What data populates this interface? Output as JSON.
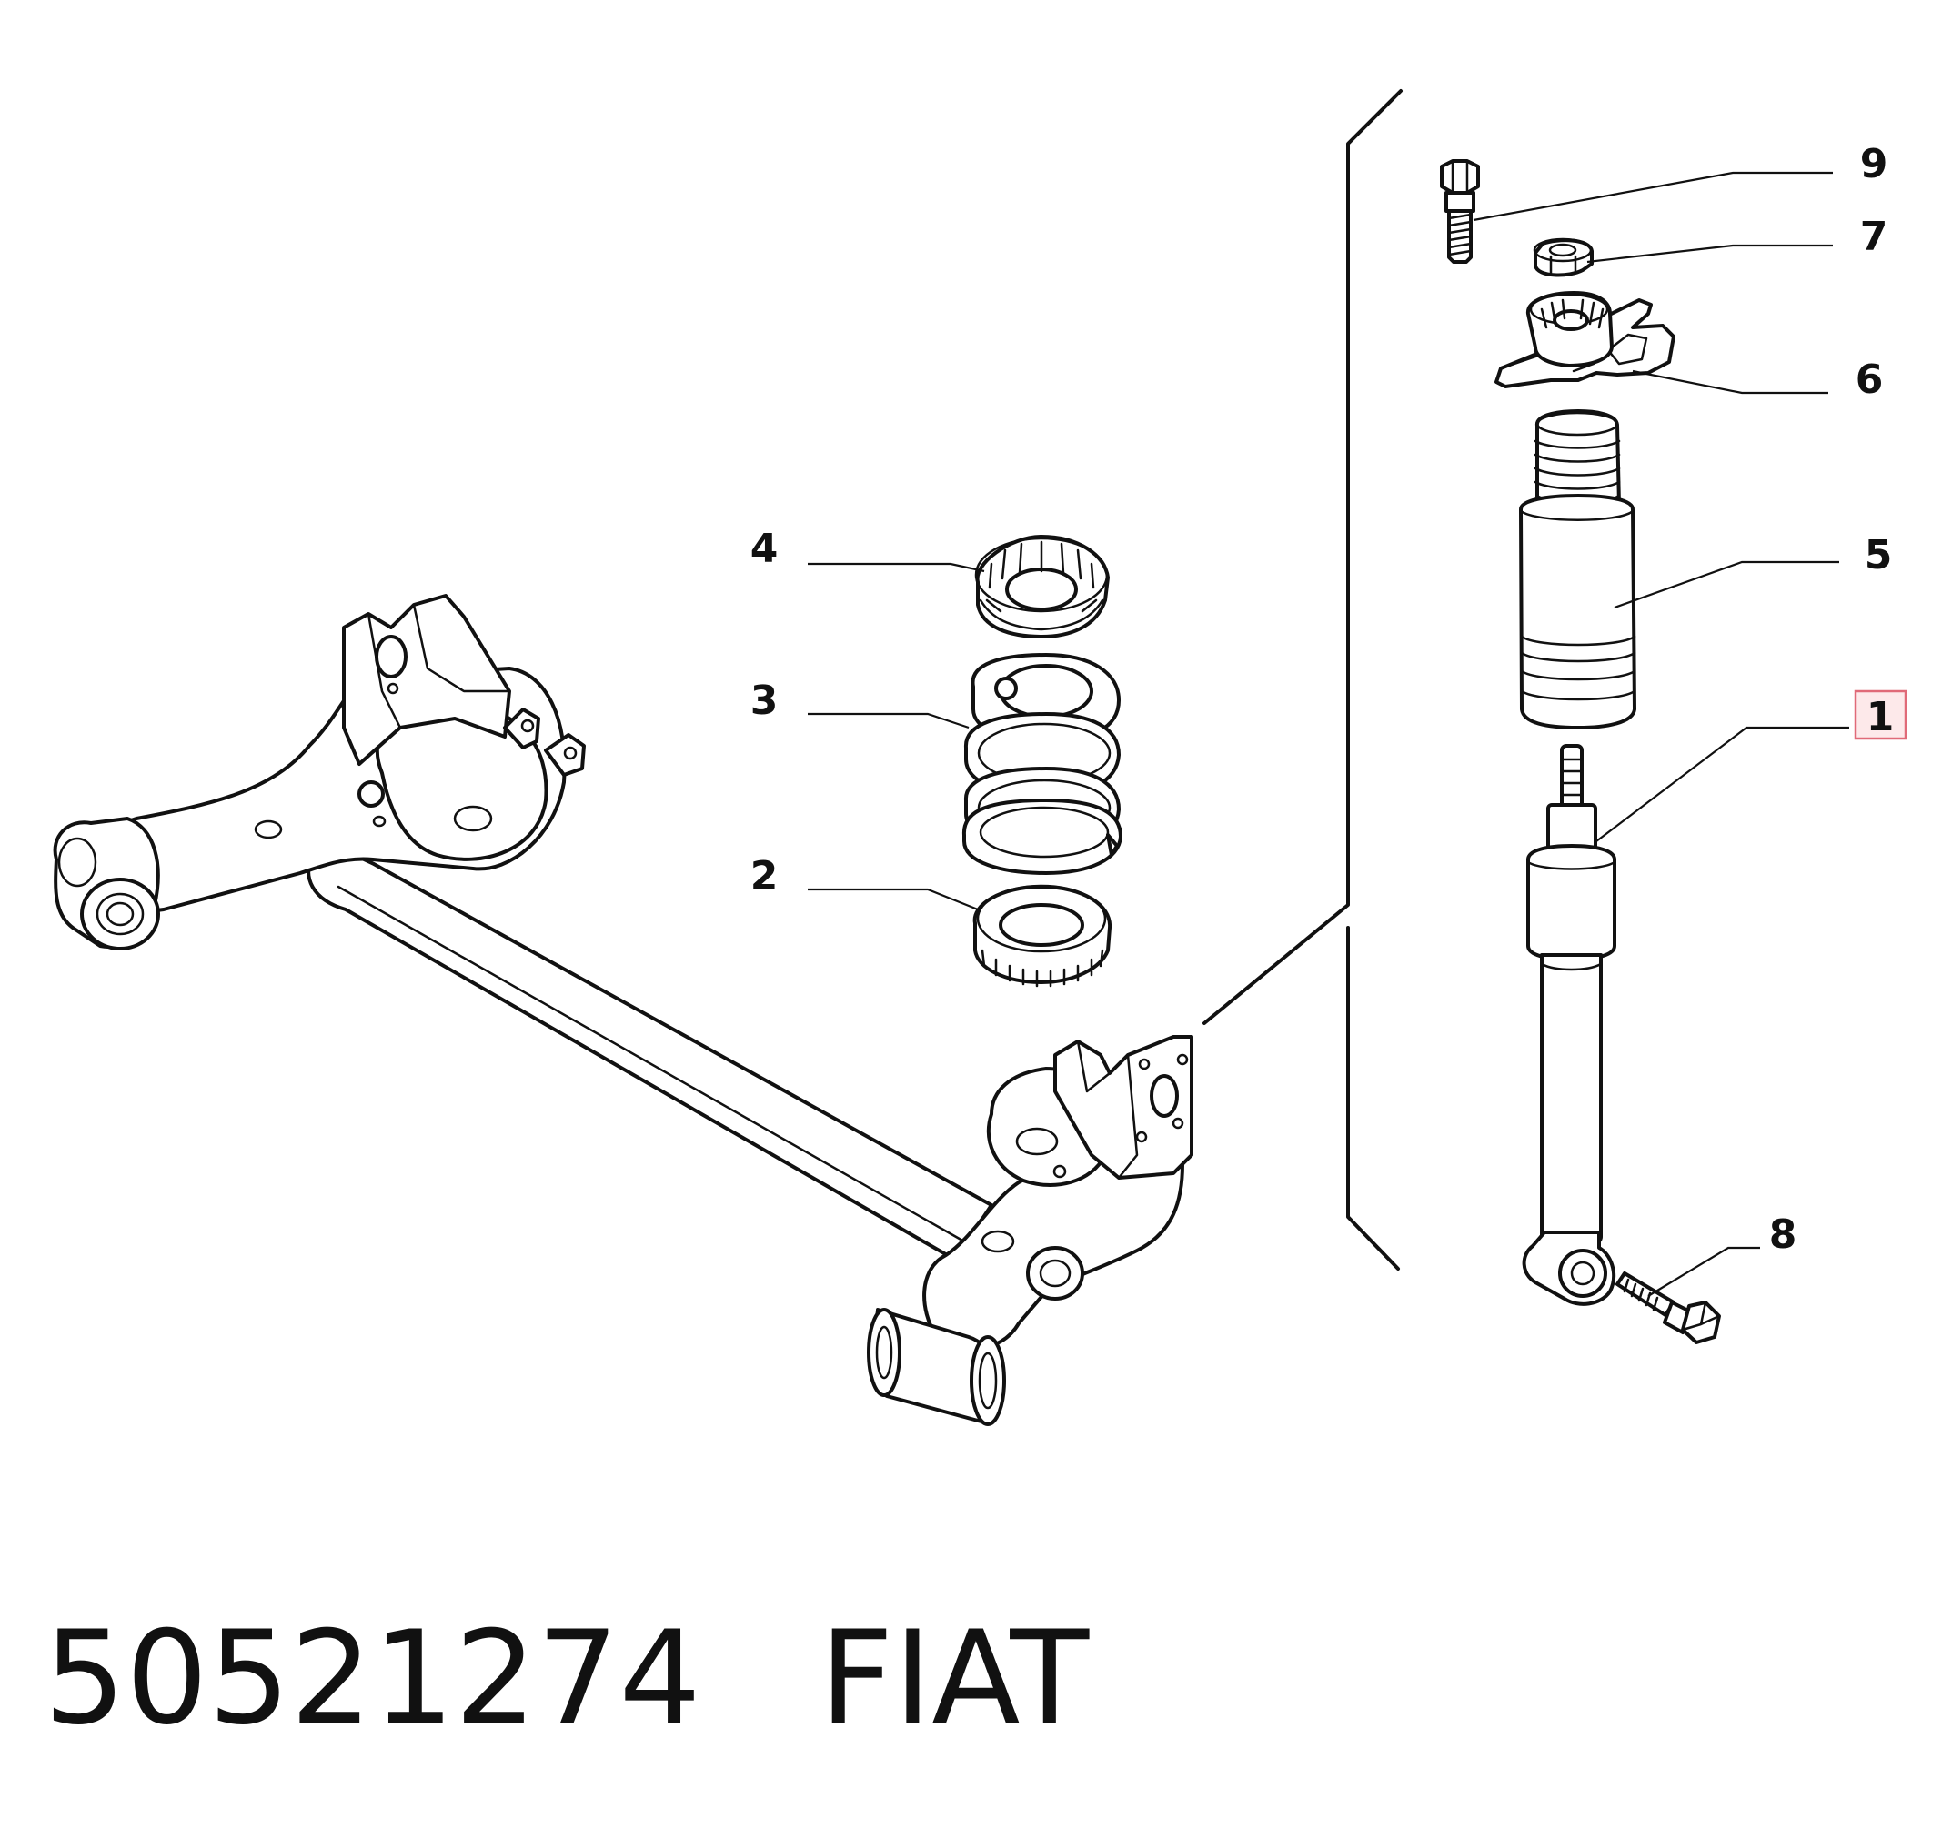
{
  "callouts": [
    {
      "id": "9",
      "label": "9"
    },
    {
      "id": "7",
      "label": "7"
    },
    {
      "id": "6",
      "label": "6"
    },
    {
      "id": "5",
      "label": "5"
    },
    {
      "id": "4",
      "label": "4"
    },
    {
      "id": "3",
      "label": "3"
    },
    {
      "id": "2",
      "label": "2"
    },
    {
      "id": "1",
      "label": "1",
      "highlighted": true
    },
    {
      "id": "8",
      "label": "8"
    }
  ],
  "footer": {
    "part_number": "50521274",
    "brand": "FIAT"
  },
  "colors": {
    "line": "#111111",
    "highlight_fill": "#fde9ea",
    "highlight_stroke": "#e06a78"
  }
}
